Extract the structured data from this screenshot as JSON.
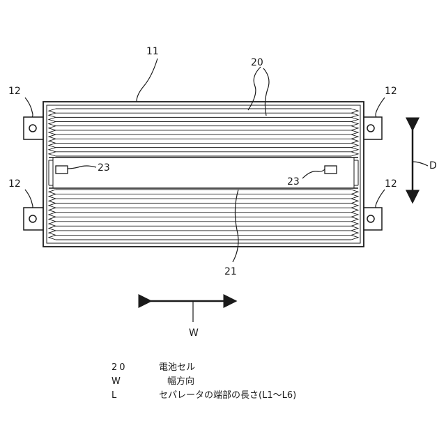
{
  "labels": {
    "body": "11",
    "cells": "20",
    "separator": "21",
    "terminal_left": "23",
    "terminal_right": "23",
    "bracket_top_left": "12",
    "bracket_top_right": "12",
    "bracket_bottom_left": "12",
    "bracket_bottom_right": "12",
    "depth_direction": "D",
    "width_direction": "W"
  },
  "legend": [
    {
      "key": "20",
      "value": "電池セル"
    },
    {
      "key": "W",
      "value": "幅方向"
    },
    {
      "key": "L",
      "value": "セパレータの端部の長さ(L1〜L6)"
    }
  ]
}
